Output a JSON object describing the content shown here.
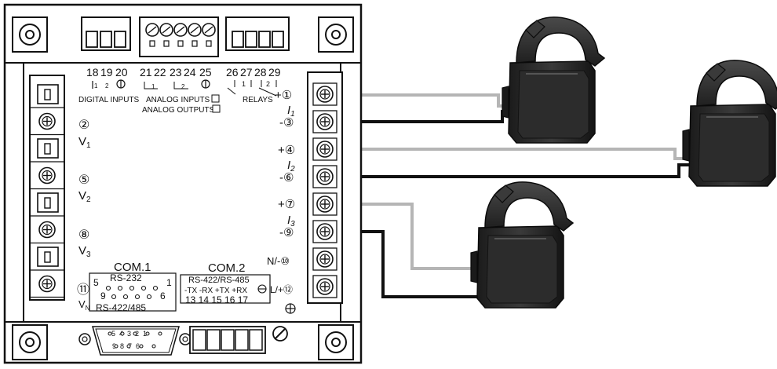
{
  "top_terminals": {
    "digital_inputs_pins": [
      "18",
      "19",
      "20"
    ],
    "analog_inputs_pins": [
      "21",
      "22",
      "23",
      "24",
      "25"
    ],
    "relays_pins": [
      "26",
      "27",
      "28",
      "29"
    ],
    "digital_inputs_label": "DIGITAL INPUTS",
    "analog_inputs_label": "ANALOG INPUTS",
    "analog_outputs_label": "ANALOG OUTPUTS",
    "relays_label": "RELAYS",
    "analog_group_1": "1",
    "analog_group_2": "2",
    "relay_group_1": "1",
    "relay_group_2": "2",
    "digital_pin_marks": [
      "1",
      "2"
    ]
  },
  "left_terminals": {
    "voltage_pins": [
      {
        "pin": "②",
        "label": "V",
        "sub": "1"
      },
      {
        "pin": "⑤",
        "label": "V",
        "sub": "2"
      },
      {
        "pin": "⑧",
        "label": "V",
        "sub": "3"
      },
      {
        "pin": "⑪",
        "label": "V",
        "sub": "N"
      }
    ]
  },
  "right_terminals": {
    "current_pins": [
      {
        "plus": "+①",
        "label": "I",
        "sub": "1",
        "minus": "-③"
      },
      {
        "plus": "+④",
        "label": "I",
        "sub": "2",
        "minus": "-⑥"
      },
      {
        "plus": "+⑦",
        "label": "I",
        "sub": "3",
        "minus": "-⑨"
      }
    ],
    "neutral_pin": "N/-⑩",
    "line_pin": "L/+⑫"
  },
  "com1": {
    "title": "COM.1",
    "rs232": "RS-232",
    "rs422": "RS-422/485",
    "pin5": "5",
    "pin1": "1",
    "pin9": "9",
    "pin6": "6"
  },
  "com2": {
    "title": "COM.2",
    "protocol": "RS-422/RS-485",
    "signals": "-TX -RX +TX +RX",
    "pins": "13 14 15 16 17"
  },
  "db9": {
    "top_pins": "5  4  3  2  1",
    "bottom_pins": "9  8  7  6"
  },
  "colors": {
    "wire_gray": "#b5b5b5",
    "wire_black": "#111111",
    "ct_body": "#2a2a2a",
    "panel_line": "#111111"
  }
}
